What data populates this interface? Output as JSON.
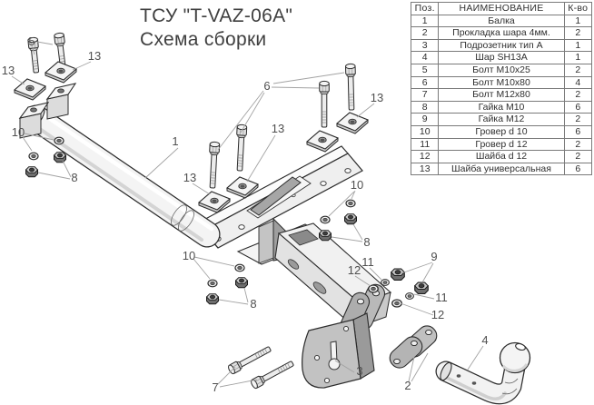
{
  "title": {
    "line1": "ТСУ \"T-VAZ-06A\"",
    "line2": "Схема сборки"
  },
  "table": {
    "headers": {
      "pos": "Поз.",
      "name": "НАИМЕНОВАНИЕ",
      "qty": "К-во"
    },
    "rows": [
      {
        "pos": "1",
        "name": "Балка",
        "qty": "1"
      },
      {
        "pos": "2",
        "name": "Прокладка шара 4мм.",
        "qty": "2"
      },
      {
        "pos": "3",
        "name": "Подрозетник тип А",
        "qty": "1"
      },
      {
        "pos": "4",
        "name": "Шар SH13A",
        "qty": "1"
      },
      {
        "pos": "5",
        "name": "Болт М10х25",
        "qty": "2"
      },
      {
        "pos": "6",
        "name": "Болт М10х80",
        "qty": "4"
      },
      {
        "pos": "7",
        "name": "Болт М12х80",
        "qty": "2"
      },
      {
        "pos": "8",
        "name": "Гайка М10",
        "qty": "6"
      },
      {
        "pos": "9",
        "name": "Гайка М12",
        "qty": "2"
      },
      {
        "pos": "10",
        "name": "Гровер d 10",
        "qty": "6"
      },
      {
        "pos": "11",
        "name": "Гровер d 12",
        "qty": "2"
      },
      {
        "pos": "12",
        "name": "Шайба d 12",
        "qty": "2"
      },
      {
        "pos": "13",
        "name": "Шайба универсальная",
        "qty": "6"
      }
    ]
  },
  "diagram": {
    "callouts": [
      {
        "label": "1"
      },
      {
        "label": "2"
      },
      {
        "label": "3"
      },
      {
        "label": "4"
      },
      {
        "label": "5"
      },
      {
        "label": "6"
      },
      {
        "label": "7"
      },
      {
        "label": "8"
      },
      {
        "label": "8"
      },
      {
        "label": "8"
      },
      {
        "label": "9"
      },
      {
        "label": "10"
      },
      {
        "label": "10"
      },
      {
        "label": "10"
      },
      {
        "label": "11"
      },
      {
        "label": "11"
      },
      {
        "label": "12"
      },
      {
        "label": "12"
      },
      {
        "label": "13"
      },
      {
        "label": "13"
      },
      {
        "label": "13"
      },
      {
        "label": "13"
      },
      {
        "label": "13"
      }
    ]
  },
  "colors": {
    "background": "#ffffff",
    "outline": "#2b2b2b",
    "part_light": "#f2f2f2",
    "part_gray": "#b5b5b5",
    "leader_line": "#a3a3a3",
    "callout_text": "#4f4f4f",
    "table_border": "#7a7a7a",
    "table_text": "#2f2f2f",
    "title_text": "#3f3f3f"
  }
}
